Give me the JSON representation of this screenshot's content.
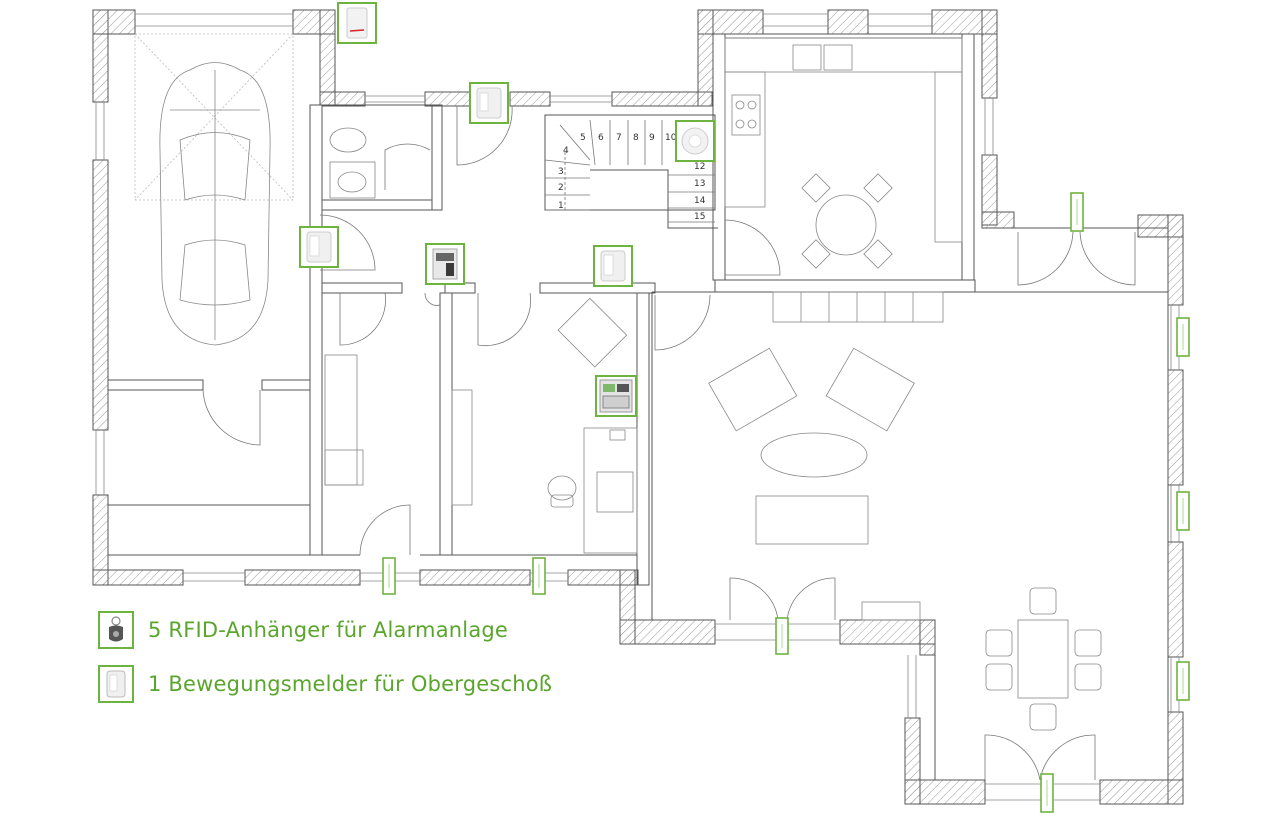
{
  "colors": {
    "wall_stroke": "#555555",
    "hatch": "#9a9a9a",
    "furniture": "#8a8a8a",
    "sensor_accent": "#6db33f",
    "legend_text": "#5aa52c",
    "device_red": "#d8232a"
  },
  "stairs": {
    "steps": [
      "1",
      "2",
      "3",
      "4",
      "5",
      "6",
      "7",
      "8",
      "9",
      "10",
      "12",
      "13",
      "14",
      "15"
    ]
  },
  "legend": {
    "items": [
      {
        "icon": "rfid-tag-icon",
        "label": "5 RFID-Anhänger für Alarmanlage"
      },
      {
        "icon": "motion-detector-icon",
        "label": "1 Bewegungsmelder für Obergeschoß"
      }
    ]
  },
  "devices": [
    {
      "type": "door-contact-sensor"
    },
    {
      "type": "motion-detector"
    },
    {
      "type": "smoke-detector"
    },
    {
      "type": "motion-detector"
    },
    {
      "type": "keypad"
    },
    {
      "type": "motion-detector"
    },
    {
      "type": "alarm-control-panel"
    }
  ],
  "window_sensors_count": 8
}
